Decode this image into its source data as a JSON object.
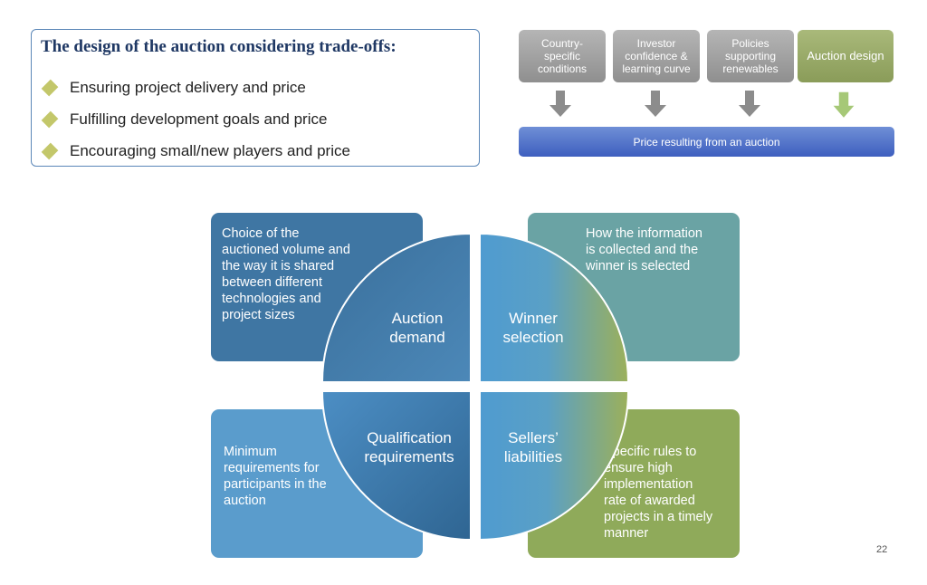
{
  "tradeoffs": {
    "title": "The design of the auction considering trade-offs:",
    "items": [
      "Ensuring project delivery and price",
      "Fulfilling development goals and price",
      "Encouraging small/new players and price"
    ],
    "bullet_color": "#c3c76a"
  },
  "flow": {
    "factors": [
      "Country-\nspecific\nconditions",
      "Investor\nconfidence &\nlearning curve",
      "Policies\nsupporting\nrenewables",
      "Auction design"
    ],
    "result": "Price resulting from an auction"
  },
  "quadrants": {
    "auction_demand": {
      "label": "Auction\ndemand",
      "description": "Choice of the\nauctioned volume and\nthe way it is shared\nbetween different\ntechnologies and\nproject sizes"
    },
    "winner_selection": {
      "label": "Winner\nselection",
      "description": "How the information\nis collected and the\nwinner is selected"
    },
    "qualification_requirements": {
      "label": "Qualification\nrequirements",
      "description": "Minimum\nrequirements for\nparticipants in the\nauction"
    },
    "sellers_liabilities": {
      "label": "Sellers’\nliabilities",
      "description": " Specific rules to\nensure high\nimplementation\nrate of awarded\nprojects in a timely\nmanner"
    }
  },
  "colors": {
    "dark_blue": "#3f76a3",
    "mid_blue": "#4f8fc2",
    "teal": "#6aa3a4",
    "olive_green": "#8faa5a",
    "price_bar": "#4a6bc8"
  },
  "page_number": "22"
}
